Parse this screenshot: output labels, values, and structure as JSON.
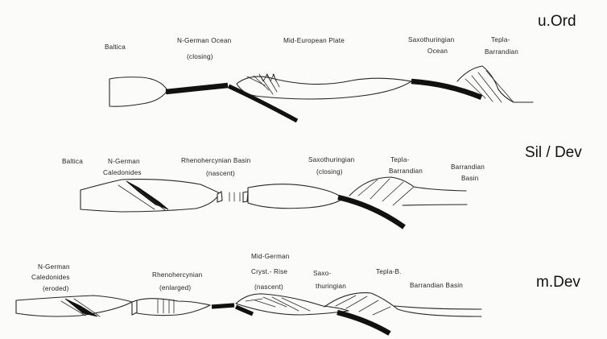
{
  "time_slices": {
    "upper_ordovician": {
      "period": "u.Ord",
      "labels": {
        "baltica": "Baltica",
        "n_german_ocean": "N-German Ocean",
        "closing": "(closing)",
        "mid_european_plate": "Mid-European Plate",
        "saxothuringian": "Saxothuringian",
        "ocean": "Ocean",
        "tepla": "Tepla-",
        "barrandian": "Barrandian"
      }
    },
    "silurian_devonian": {
      "period": "Sil / Dev",
      "labels": {
        "baltica": "Baltica",
        "n_german": "N-German",
        "caledonides": "Caledonides",
        "rhenohercynian_basin": "Rhenohercynian Basin",
        "nascent": "(nascent)",
        "saxothuringian": "Saxothuringian",
        "closing": "(closing)",
        "tepla": "Tepla-",
        "barrandian": "Barrandian",
        "barrandian_basin_1": "Barrandian",
        "barrandian_basin_2": "Basin"
      }
    },
    "middle_devonian": {
      "period": "m.Dev",
      "labels": {
        "n_german": "N-German",
        "caledonides": "Caledonides",
        "eroded": "(eroded)",
        "rhenohercynian": "Rhenohercynian",
        "enlarged": "(enlarged)",
        "mid_german": "Mid-German",
        "cryst_rise": "Cryst.- Rise",
        "nascent": "(nascent)",
        "saxo": "Saxo-",
        "thuringian": "thuringian",
        "tepla_b": "Tepla-B.",
        "barrandian_basin": "Barrandian Basin"
      }
    }
  }
}
